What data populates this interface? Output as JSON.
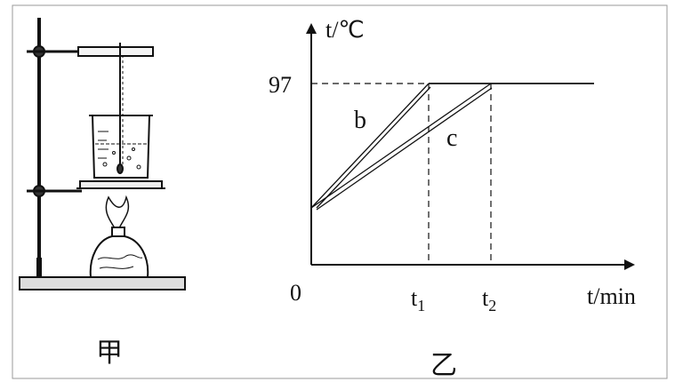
{
  "figure_a": {
    "caption": "甲"
  },
  "figure_b": {
    "caption": "乙",
    "y_axis_label": "t/℃",
    "x_axis_label": "t/min",
    "origin_label": "0",
    "y_tick_label": "97",
    "x_ticks": [
      {
        "base": "t",
        "sub": "1"
      },
      {
        "base": "t",
        "sub": "2"
      }
    ],
    "curves": [
      {
        "label": "b"
      },
      {
        "label": "c"
      }
    ]
  },
  "colors": {
    "ink": "#111111",
    "border": "#9a9a9a"
  }
}
